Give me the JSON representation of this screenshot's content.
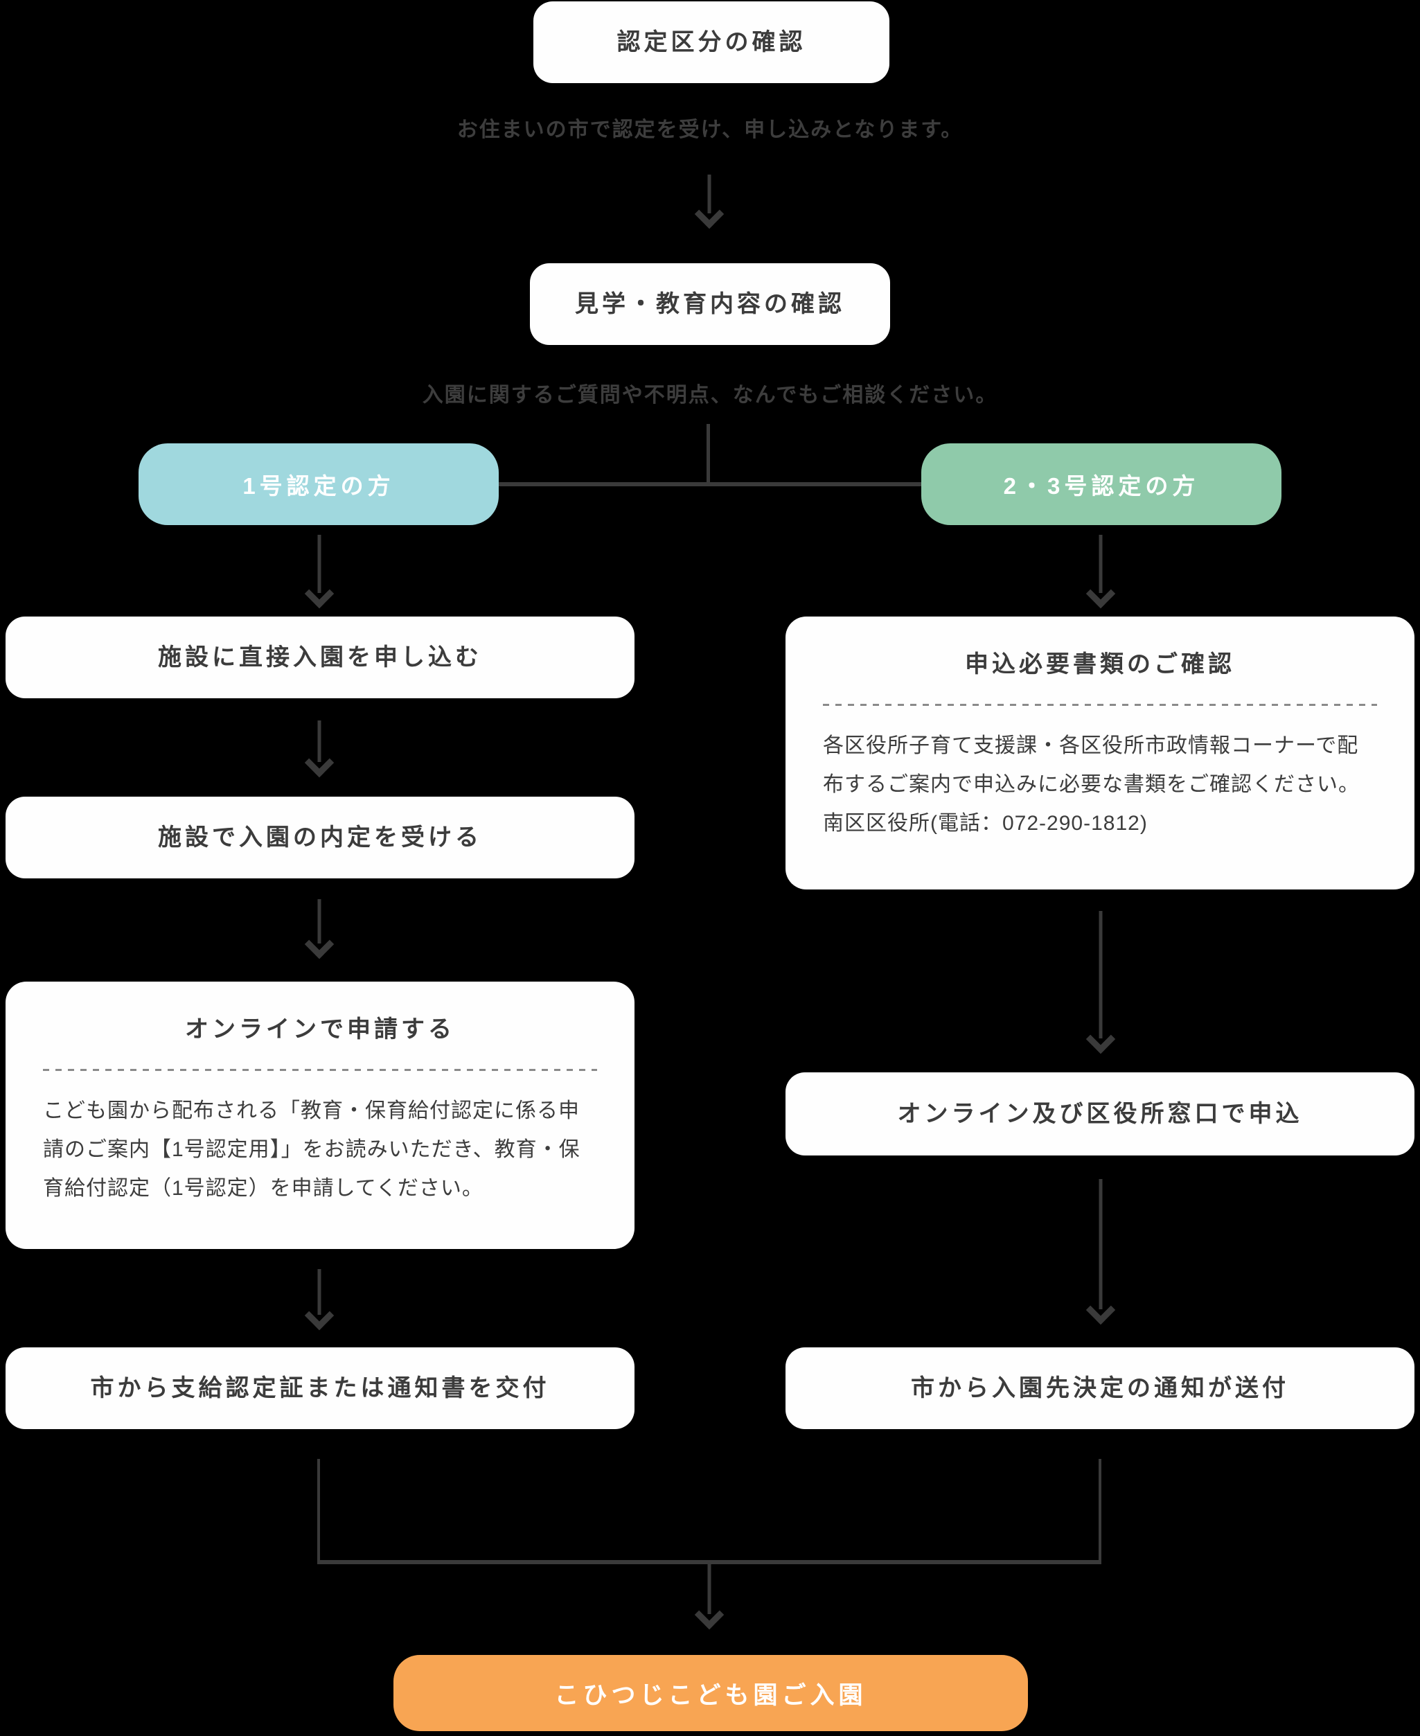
{
  "flow": {
    "step1": {
      "title": "認定区分の確認",
      "note": "お住まいの市で認定を受け、申し込みとなります。"
    },
    "step2": {
      "title": "見学・教育内容の確認",
      "note": "入園に関するご質問や不明点、なんでもご相談ください。"
    },
    "branches": {
      "left_label": "1号認定の方",
      "right_label": "2・3号認定の方"
    },
    "left": {
      "step1": "施設に直接入園を申し込む",
      "step2": "施設で入園の内定を受ける",
      "step3": {
        "title": "オンラインで申請する",
        "body": "こども園から配布される「教育・保育給付認定に係る申請のご案内【1号認定用】」をお読みいただき、教育・保育給付認定（1号認定）を申請してください。"
      },
      "step4": "市から支給認定証または通知書を交付"
    },
    "right": {
      "step1": {
        "title": "申込必要書類のご確認",
        "body": "各区役所子育て支援課・各区役所市政情報コーナーで配布するご案内で申込みに必要な書類をご確認ください。",
        "phone": "南区区役所(電話：072-290-1812)"
      },
      "step2": "オンライン及び区役所窓口で申込",
      "step3": "市から入園先決定の通知が送付"
    },
    "goal": "こひつじこども園ご入園"
  },
  "colors": {
    "branch_left": "#a0d8de",
    "branch_right": "#8fcaaa",
    "goal": "#f8a553",
    "line": "#3a3a3a",
    "box_text": "#3c3c3c",
    "note_text": "#3d3d3d"
  }
}
